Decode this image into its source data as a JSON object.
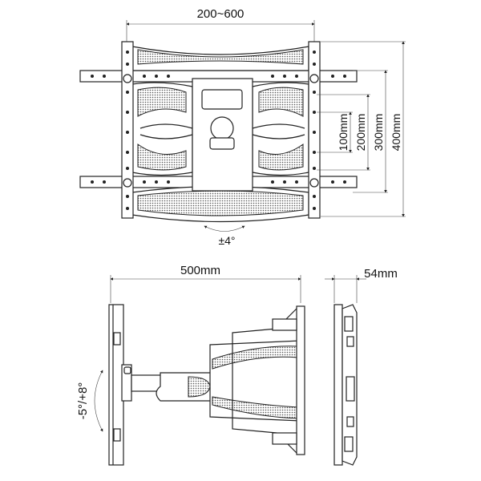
{
  "front_view": {
    "width_range": "200~600",
    "vertical_dims": [
      "100mm",
      "200mm",
      "300mm",
      "400mm"
    ],
    "swivel": "±4°"
  },
  "side_view": {
    "extension": "500mm",
    "depth": "54mm",
    "tilt": "-5°/+8°"
  }
}
